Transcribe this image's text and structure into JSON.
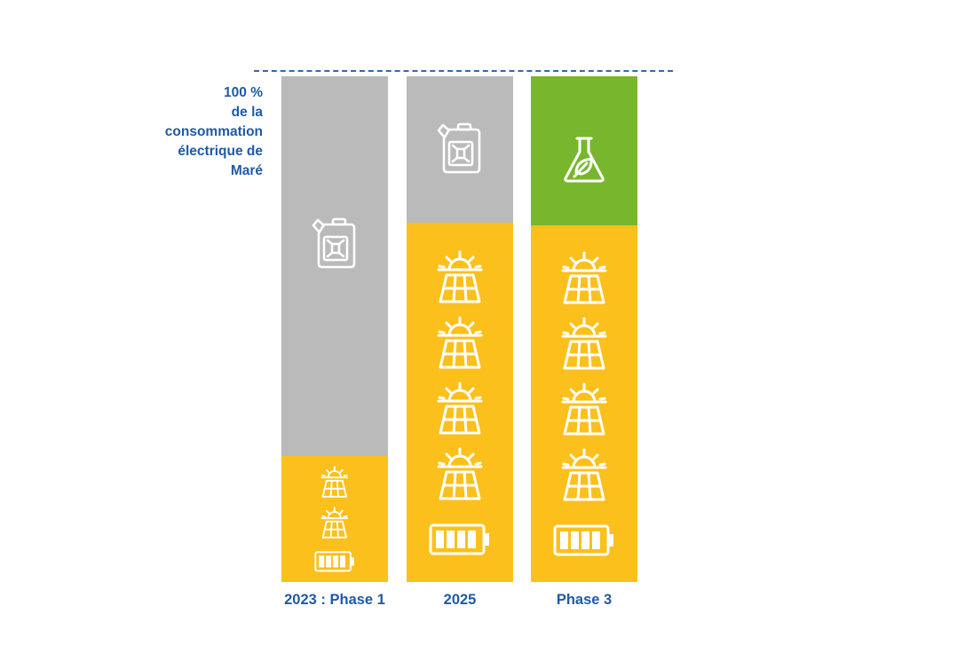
{
  "colors": {
    "fuel": "#bababa",
    "solar": "#fcc01c",
    "biofuel": "#78b72d",
    "text": "#1f5aa6",
    "dash": "#2e6bb0",
    "icon": "#ffffff"
  },
  "chart_data": {
    "type": "bar",
    "stacked": true,
    "ylim": [
      0,
      100
    ],
    "reference_line": {
      "value": 100,
      "style": "dashed",
      "label": "100 %\nde la\nconsommation\nélectrique de\nMaré"
    },
    "categories": [
      "2023 : Phase 1",
      "2025",
      "Phase 3"
    ],
    "series": [
      {
        "key": "solar",
        "values": [
          25,
          71,
          70.5
        ],
        "icons": [
          [
            "solar-panel-icon",
            "solar-panel-icon",
            "battery-icon"
          ],
          [
            "solar-panel-icon",
            "solar-panel-icon",
            "solar-panel-icon",
            "solar-panel-icon",
            "battery-icon"
          ],
          [
            "solar-panel-icon",
            "solar-panel-icon",
            "solar-panel-icon",
            "solar-panel-icon",
            "battery-icon"
          ]
        ]
      },
      {
        "key": "fuel",
        "values": [
          75,
          29,
          0
        ],
        "icons": [
          [
            "fuel-can-icon"
          ],
          [
            "fuel-can-icon"
          ],
          []
        ]
      },
      {
        "key": "biofuel",
        "values": [
          0,
          0,
          29.5
        ],
        "icons": [
          [],
          [],
          [
            "biofuel-flask-icon"
          ]
        ]
      }
    ]
  }
}
